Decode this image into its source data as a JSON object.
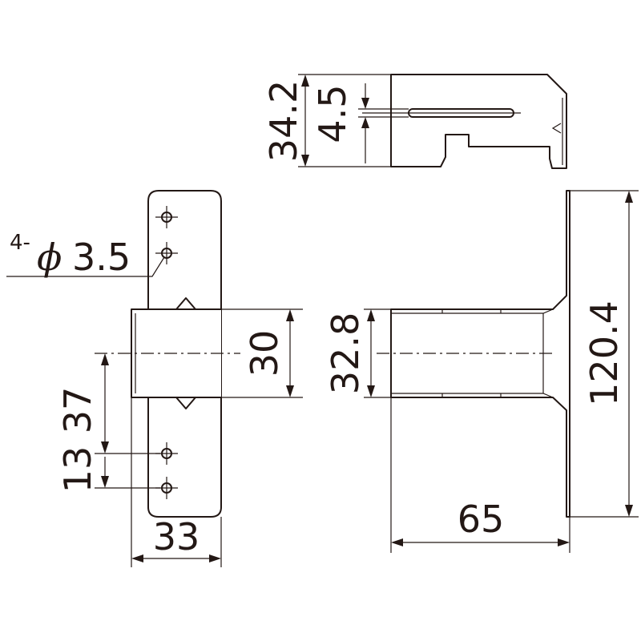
{
  "dimensions": {
    "top_height": "34.2",
    "slot_height": "4.5",
    "hole_count_prefix": "4-",
    "hole_phi": "ϕ",
    "hole_diameter": "3.5",
    "front_channel_height": "30",
    "hole_offset_13": "13",
    "hole_offset_37": "37",
    "front_width": "33",
    "side_channel_height": "32.8",
    "total_height": "120.4",
    "side_depth": "65"
  },
  "colors": {
    "line": "#231815",
    "background": "#ffffff"
  }
}
